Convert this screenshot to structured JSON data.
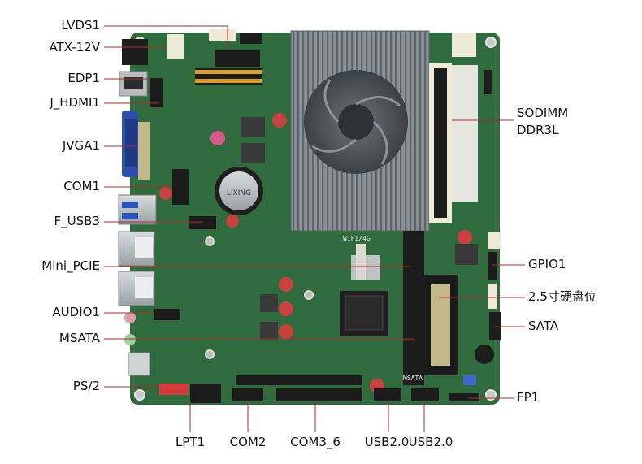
{
  "labels_left": {
    "lvds1": "LVDS1",
    "atx": "ATX-12V",
    "edp1": "EDP1",
    "jhdmi1": "J_HDMI1",
    "jvga1": "JVGA1",
    "com1": "COM1",
    "fusb3": "F_USB3",
    "minipcie": "Mini_PCIE",
    "audio1": "AUDIO1",
    "msata": "MSATA",
    "ps2": "PS/2"
  },
  "labels_right": {
    "sodimm_1": "SODIMM",
    "sodimm_2": "DDR3L",
    "gpio1": "GPIO1",
    "hdd": "2.5寸硬盘位",
    "sata": "SATA",
    "fp1": "FP1"
  },
  "labels_bottom": {
    "lpt1": "LPT1",
    "com2": "COM2",
    "com36": "COM3_6",
    "usb20a": "USB2.0",
    "usb20b": "USB2.0"
  },
  "board_print": {
    "wifi": "WIFI/4G",
    "msata": "MSATA",
    "battery": "LIXING"
  },
  "colors": {
    "pcb": "#2f6b3c",
    "pcb_dark": "#245632",
    "heatsink": "#7d8489",
    "label_line": "#b22a2a",
    "text": "#111111"
  }
}
